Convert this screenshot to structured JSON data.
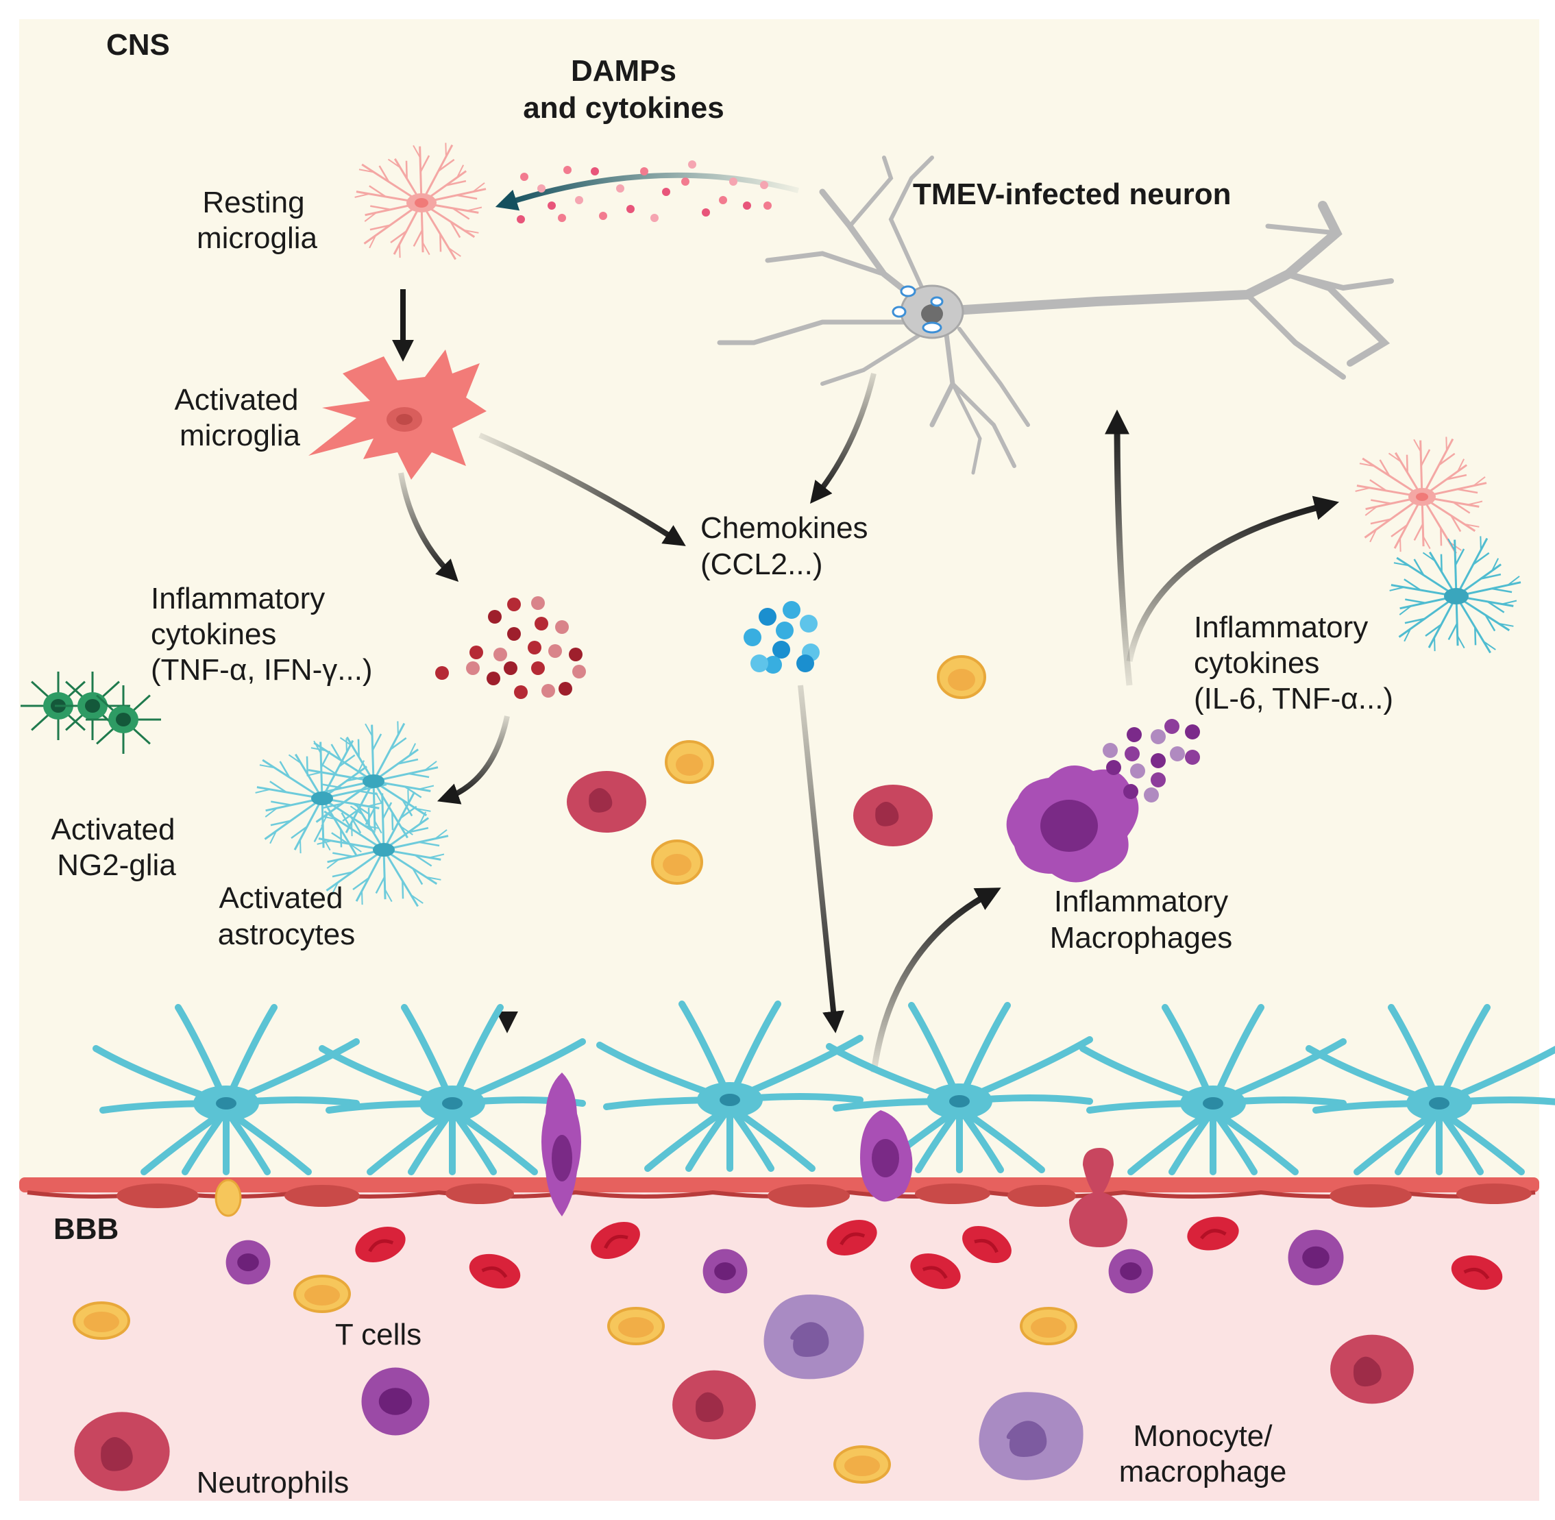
{
  "regions": {
    "cns": "CNS",
    "bbb": "BBB"
  },
  "labels": {
    "damps_line1": "DAMPs",
    "damps_line2": "and cytokines",
    "neuron": "TMEV-infected neuron",
    "resting_line1": "Resting",
    "resting_line2": "microglia",
    "activated_mg_line1": "Activated",
    "activated_mg_line2": "microglia",
    "chemokines_line1": "Chemokines",
    "chemokines_line2": "(CCL2...)",
    "infl_left_line1": "Inflammatory",
    "infl_left_line2": "cytokines",
    "infl_left_line3": "(TNF-α, IFN-γ...)",
    "infl_right_line1": "Inflammatory",
    "infl_right_line2": "cytokines",
    "infl_right_line3": "(IL-6, TNF-α...)",
    "ng2_line1": "Activated",
    "ng2_line2": "NG2-glia",
    "astro_line1": "Activated",
    "astro_line2": "astrocytes",
    "macro_line1": "Inflammatory",
    "macro_line2": "Macrophages",
    "tcells": "T cells",
    "neutrophils": "Neutrophils",
    "mono_line1": "Monocyte/",
    "mono_line2": "macrophage"
  },
  "colors": {
    "cns_bg": "#fbf8ea",
    "blood_bg": "#fbe3e3",
    "microglia": "#f07a78",
    "astrocyte": "#5bc3d4",
    "ng2": "#1f7a4d",
    "neuron": "#c9c9c9",
    "neutrophil": "#c8465f",
    "macrophage": "#9b4aa6",
    "monocyte": "#a98bc3",
    "tcell": "#f6c65b",
    "rbc": "#d9223a",
    "endothelium": "#e6615e",
    "arrow": "#1a1a1a",
    "damps_arrow": "#14505e"
  }
}
